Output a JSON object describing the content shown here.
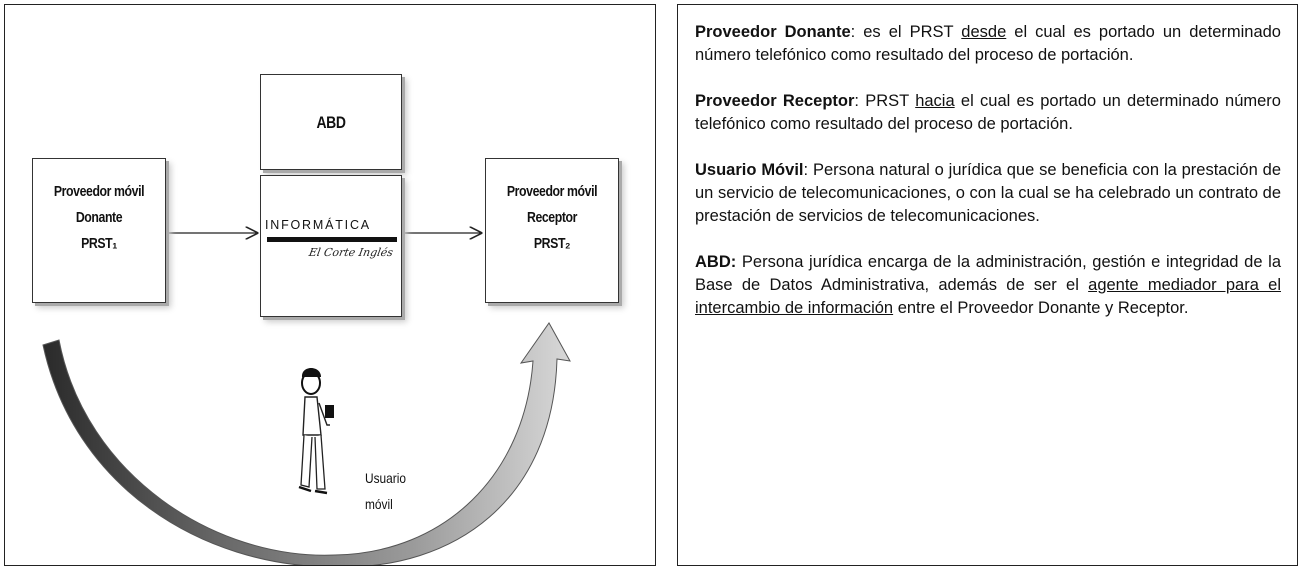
{
  "diagram": {
    "abd_box": {
      "label": "ABD"
    },
    "donante_box": {
      "line1": "Proveedor móvil",
      "line2": "Donante",
      "line3": "PRST₁"
    },
    "receptor_box": {
      "line1": "Proveedor móvil",
      "line2": "Receptor",
      "line3": "PRST₂"
    },
    "logo": {
      "word": "INFORMÁTICA",
      "script": "El Corte Inglés"
    },
    "user": {
      "line1": "Usuario",
      "line2": "móvil"
    }
  },
  "definitions": [
    {
      "term": "Proveedor Donante",
      "separator": ": ",
      "part1": "es el PRST ",
      "underline": "desde",
      "part2": " el cual es portado un determinado número telefónico como resultado del proceso de portación."
    },
    {
      "term": "Proveedor Receptor",
      "separator": ": ",
      "part1": "PRST ",
      "underline": "hacia",
      "part2": " el cual es portado un determinado número telefónico como resultado del proceso de portación."
    },
    {
      "term": "Usuario Móvil",
      "separator": ": ",
      "part1": "Persona natural o jurídica que se beneficia con la prestación de un servicio de telecomunicaciones, o con la cual se ha celebrado un contrato de prestación de servicios de telecomunicaciones.",
      "underline": "",
      "part2": ""
    },
    {
      "term": "ABD:",
      "separator": " ",
      "part1": "Persona jurídica encarga de la administración, gestión e integridad de la Base de Datos Administrativa, además de ser el ",
      "underline": "agente mediador para el intercambio de información",
      "part2": " entre el Proveedor Donante y Receptor."
    }
  ]
}
